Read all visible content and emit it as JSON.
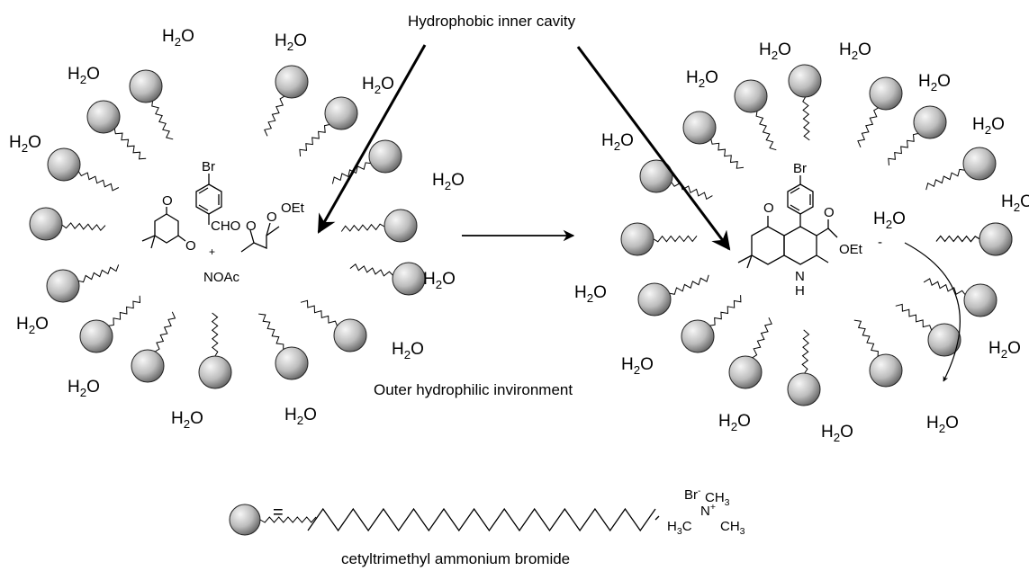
{
  "labels": {
    "inner_cavity": "Hydrophobic inner cavity",
    "outer_env": "Outer hydrophilic invironment",
    "equals": "=",
    "surfactant_name": "cetyltrimethyl ammonium bromide"
  },
  "water": {
    "base": "H",
    "sub": "2",
    "tail": "O"
  },
  "reactants": {
    "substituent": "Br",
    "aldehyde": "CHO",
    "ester": "OEt",
    "carbonyl_o": "O",
    "plus": "+",
    "ammonium": "NOAc"
  },
  "product": {
    "substituent": "Br",
    "ketone_o": "O",
    "ester_o": "O",
    "ester": "OEt",
    "nh_n": "N",
    "nh_h": "H",
    "charge": "-"
  },
  "ctab": {
    "counter_ion": "Br",
    "counter_charge": "-",
    "n": "N",
    "n_charge": "+",
    "methyl_base": "CH",
    "methyl_sub": "3",
    "methyl_left_h": "H",
    "methyl_left_c": "C"
  },
  "colors": {
    "sphere_light": "#f4f4f4",
    "sphere_dark": "#6e6e6e",
    "ink": "#000000"
  }
}
